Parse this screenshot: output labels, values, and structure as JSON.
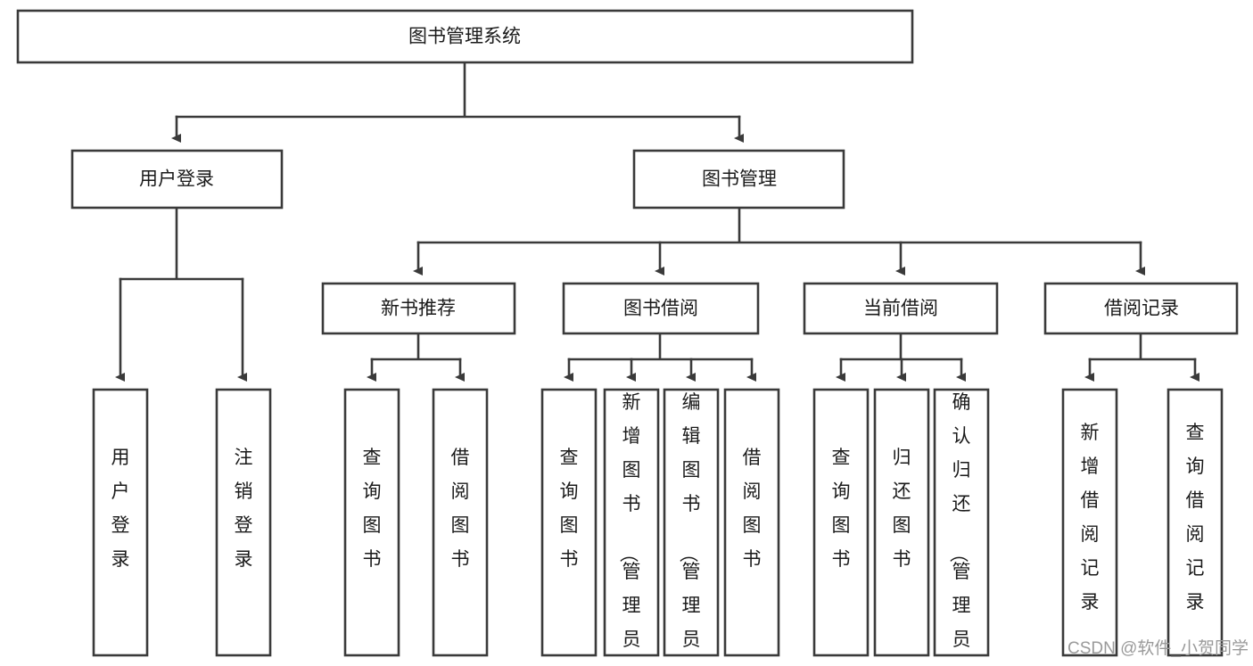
{
  "diagram": {
    "type": "tree",
    "title": "图书管理系统",
    "watermark": "CSDN @软件_小贺同学",
    "levels": {
      "root": {
        "label": "图书管理系统"
      },
      "level2": [
        {
          "id": "user-login",
          "label": "用户登录"
        },
        {
          "id": "book-management",
          "label": "图书管理"
        }
      ],
      "level3": [
        {
          "id": "new-book-recommend",
          "label": "新书推荐",
          "parent": "book-management"
        },
        {
          "id": "book-borrow",
          "label": "图书借阅",
          "parent": "book-management"
        },
        {
          "id": "current-borrow",
          "label": "当前借阅",
          "parent": "book-management"
        },
        {
          "id": "borrow-record",
          "label": "借阅记录",
          "parent": "book-management"
        }
      ],
      "leaves": [
        {
          "id": "leaf-user-login",
          "label": "用户登录",
          "parent": "user-login"
        },
        {
          "id": "leaf-logout-login",
          "label": "注销登录",
          "parent": "user-login"
        },
        {
          "id": "leaf-query-book-1",
          "label": "查询图书",
          "parent": "new-book-recommend"
        },
        {
          "id": "leaf-borrow-book-1",
          "label": "借阅图书",
          "parent": "new-book-recommend"
        },
        {
          "id": "leaf-query-book-2",
          "label": "查询图书",
          "parent": "book-borrow"
        },
        {
          "id": "leaf-add-book",
          "label": "新增图书（管理员）",
          "parent": "book-borrow"
        },
        {
          "id": "leaf-edit-book",
          "label": "编辑图书（管理员）",
          "parent": "book-borrow"
        },
        {
          "id": "leaf-borrow-book-2",
          "label": "借阅图书",
          "parent": "book-borrow"
        },
        {
          "id": "leaf-query-book-3",
          "label": "查询图书",
          "parent": "current-borrow"
        },
        {
          "id": "leaf-return-book",
          "label": "归还图书",
          "parent": "current-borrow"
        },
        {
          "id": "leaf-confirm-return",
          "label": "确认归还（管理员）",
          "parent": "current-borrow"
        },
        {
          "id": "leaf-add-record",
          "label": "新增借阅记录",
          "parent": "borrow-record"
        },
        {
          "id": "leaf-query-record",
          "label": "查询借阅记录",
          "parent": "borrow-record"
        }
      ]
    },
    "colors": {
      "box_fill": "#ffffff",
      "box_stroke": "#3a3a3a",
      "text": "#1a1a1a",
      "watermark": "#9a9a9a",
      "background": "#ffffff"
    }
  }
}
